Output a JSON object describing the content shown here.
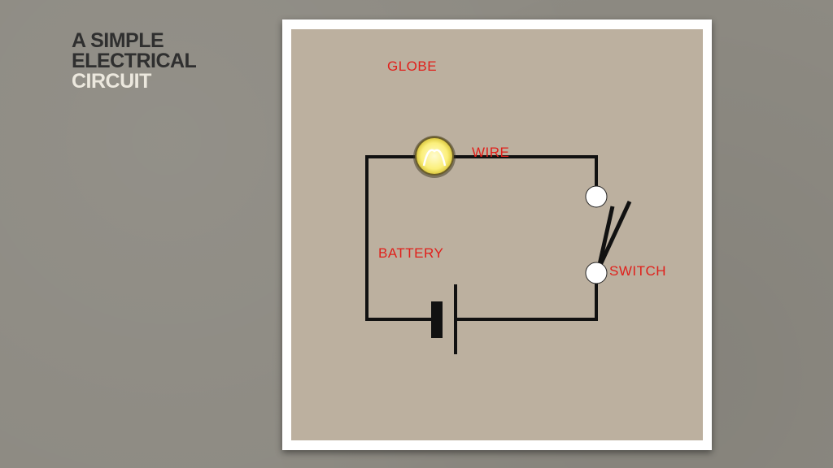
{
  "title": {
    "line1": "A SIMPLE",
    "line2": "ELECTRICAL",
    "line3": "CIRCUIT"
  },
  "diagram": {
    "labels": {
      "globe": "GLOBE",
      "wire": "WIRE",
      "battery": "BATTERY",
      "switch": "SWITCH"
    },
    "colors": {
      "label": "#e0201b",
      "wire": "#111111",
      "panel": "#bcb09f",
      "globe_fill": "#fff7a8"
    }
  }
}
